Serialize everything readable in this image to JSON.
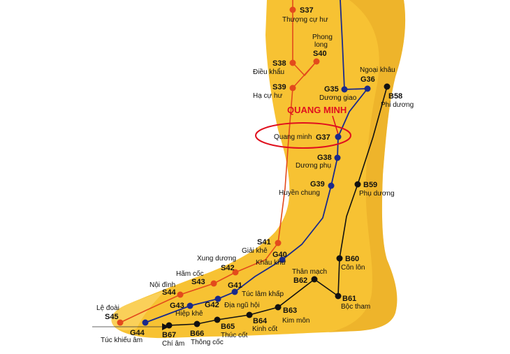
{
  "colors": {
    "leg": "#f7c233",
    "leg_shadow": "#e6a21f",
    "stomach": "#e34a1c",
    "gallbladder": "#1a2a8c",
    "bladder": "#111111",
    "highlight": "#e0101e"
  },
  "callout": {
    "label": "QUANG MINH"
  },
  "stomach_points": [
    {
      "code": "S37",
      "name": "Thượng cự hư"
    },
    {
      "code": "S40",
      "name": "Phong long"
    },
    {
      "code": "S38",
      "name": "Điều khẩu"
    },
    {
      "code": "S39",
      "name": "Hạ cự hư"
    },
    {
      "code": "S41",
      "name": "Giải khê"
    },
    {
      "code": "S42",
      "name": "Xung dương"
    },
    {
      "code": "S43",
      "name": "Hãm cốc"
    },
    {
      "code": "S44",
      "name": "Nội đình"
    },
    {
      "code": "S45",
      "name": "Lệ đoài"
    }
  ],
  "gallbladder_points": [
    {
      "code": "G35",
      "name": "Dương giao"
    },
    {
      "code": "G36",
      "name": "Ngoại khâu"
    },
    {
      "code": "G37",
      "name": "Quang minh"
    },
    {
      "code": "G38",
      "name": "Dương phụ"
    },
    {
      "code": "G39",
      "name": "Huyền chung"
    },
    {
      "code": "G40",
      "name": "Khâu khư"
    },
    {
      "code": "G41",
      "name": "Túc lâm khấp"
    },
    {
      "code": "G42",
      "name": "Địa ngũ hội"
    },
    {
      "code": "G43",
      "name": "Hiệp khê"
    },
    {
      "code": "G44",
      "name": "Túc khiếu âm"
    }
  ],
  "bladder_points": [
    {
      "code": "B58",
      "name": "Phi dương"
    },
    {
      "code": "B59",
      "name": "Phụ dương"
    },
    {
      "code": "B60",
      "name": "Côn lôn"
    },
    {
      "code": "B61",
      "name": "Bộc tham"
    },
    {
      "code": "B62",
      "name": "Thân mạch"
    },
    {
      "code": "B63",
      "name": "Kim môn"
    },
    {
      "code": "B64",
      "name": "Kinh cốt"
    },
    {
      "code": "B65",
      "name": "Thúc cốt"
    },
    {
      "code": "B66",
      "name": "Thông cốc"
    },
    {
      "code": "B67",
      "name": "Chí âm"
    }
  ]
}
